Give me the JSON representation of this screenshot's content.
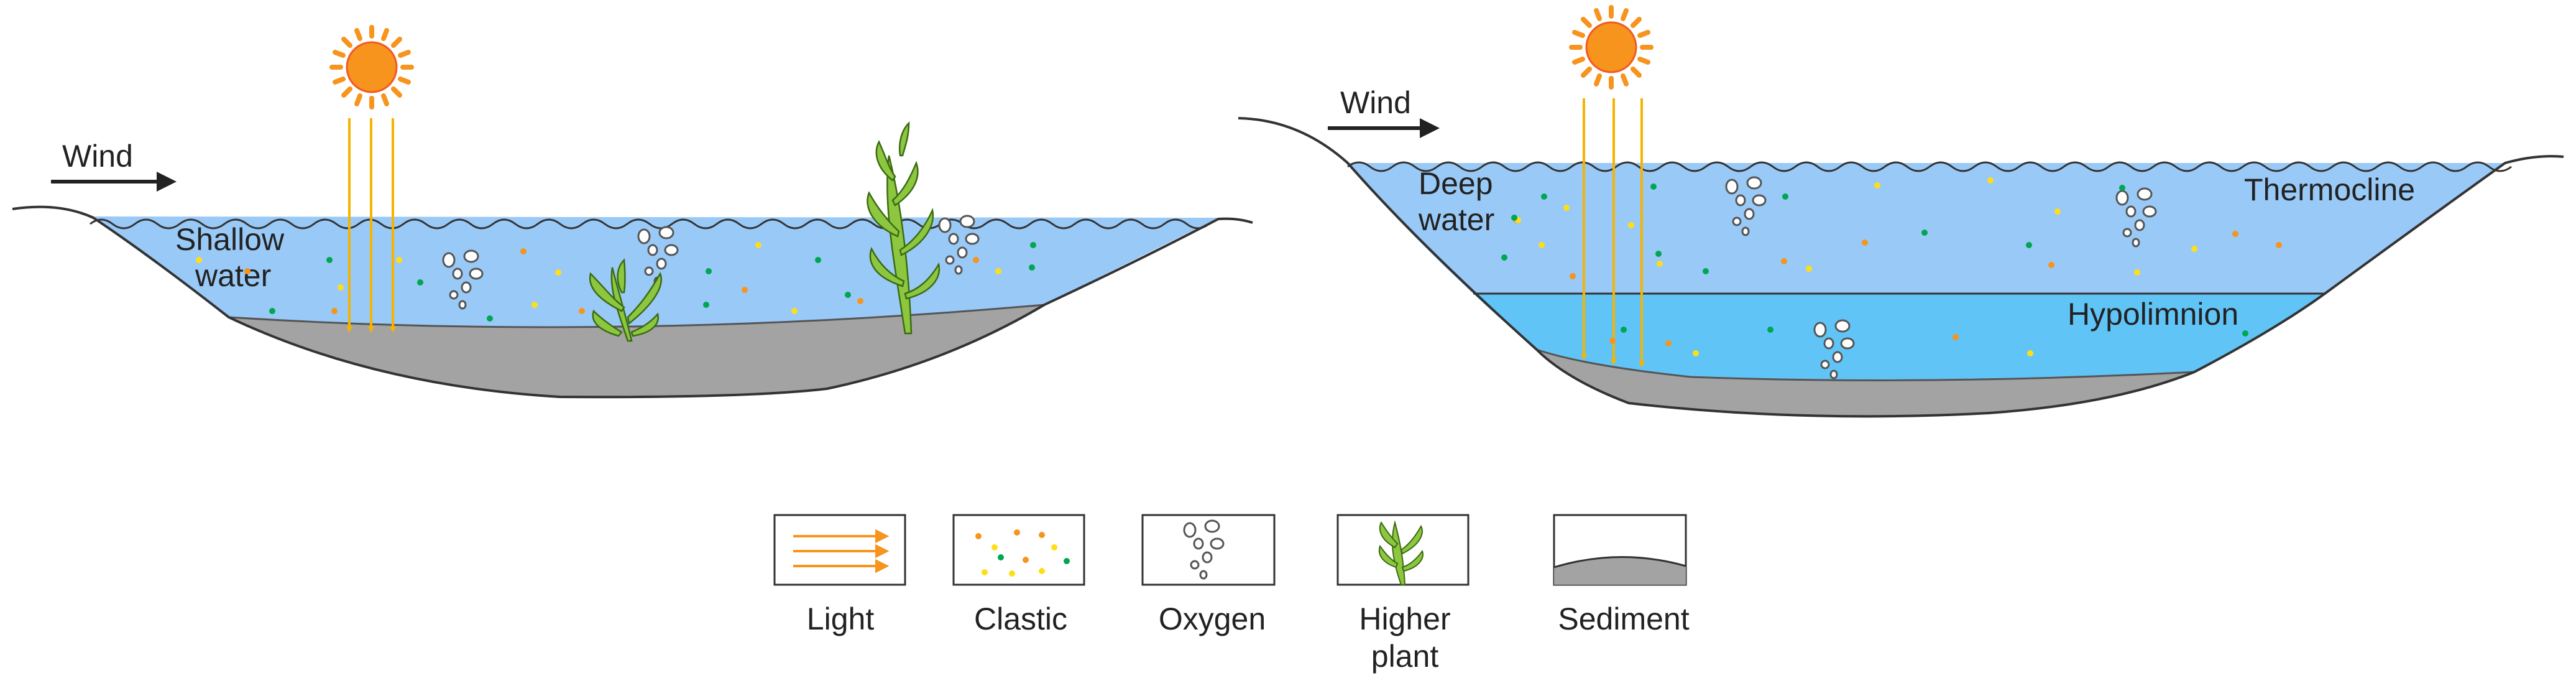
{
  "labels": {
    "wind_left": "Wind",
    "shallow_line1": "Shallow",
    "shallow_line2": "water",
    "wind_right": "Wind",
    "deep_line1": "Deep",
    "deep_line2": "water",
    "thermocline": "Thermocline",
    "hypolimnion": "Hypolimnion"
  },
  "legend": {
    "light": "Light",
    "clastic": "Clastic",
    "oxygen": "Oxygen",
    "plant_line1": "Higher",
    "plant_line2": "plant",
    "sediment": "Sediment"
  },
  "colors": {
    "water": "#99c9f7",
    "hypolimnion": "#61c4f6",
    "sediment": "#a3a3a3",
    "sun": "#f7941d",
    "light_ray": "#f5b400",
    "plant": "#8dc63f",
    "clastic_orange": "#f7941d",
    "clastic_yellow": "#ffde17",
    "clastic_green": "#00a651"
  },
  "icons": [
    "sun-icon",
    "wind-arrow-icon",
    "oxygen-bubble-icon",
    "higher-plant-icon",
    "clastic-dot-icon",
    "light-ray-icon"
  ]
}
